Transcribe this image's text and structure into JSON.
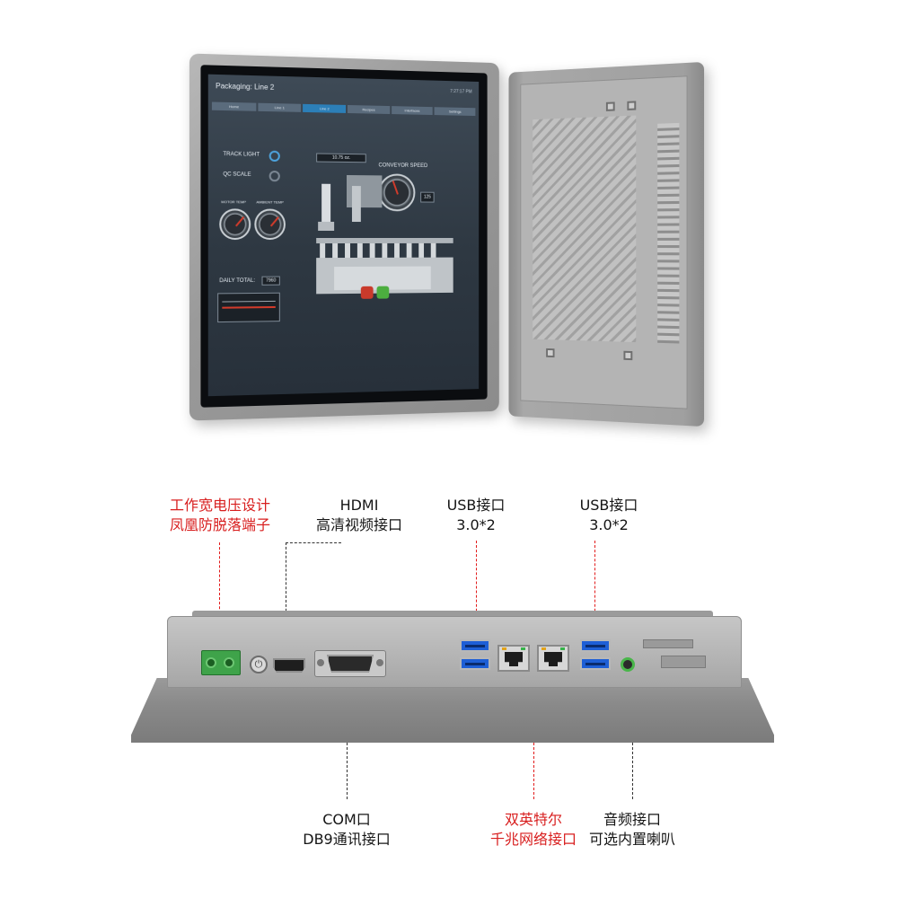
{
  "screen": {
    "title": "Packaging: Line 2",
    "time": "7:27:17 PM",
    "tabs": [
      "Home",
      "Line 1",
      "Line 2",
      "Recipes",
      "Interfaces",
      "Settings"
    ],
    "active_tab": 2,
    "track_light": "TRACK LIGHT",
    "qc_scale": "QC SCALE",
    "motor_temp": "MOTOR TEMP",
    "ambient_temp": "AMBIENT TEMP",
    "weight_value": "10.75 oz.",
    "conveyor_speed": "CONVEYOR SPEED",
    "speed_value": "125",
    "daily_total_label": "DAILY TOTAL:",
    "daily_total_value": "7960"
  },
  "labels": {
    "terminal": [
      "工作宽电压设计",
      "凤凰防脱落端子"
    ],
    "hdmi": [
      "HDMI",
      "高清视频接口"
    ],
    "usb_left": [
      "USB接口",
      "3.0*2"
    ],
    "usb_right": [
      "USB接口",
      "3.0*2"
    ],
    "com": [
      "COM口",
      "DB9通讯接口"
    ],
    "lan": [
      "双英特尔",
      "千兆网络接口"
    ],
    "audio": [
      "音频接口",
      "可选内置喇叭"
    ]
  },
  "icons": {
    "power": "⏻"
  },
  "colors": {
    "accent_red": "#d81e1e",
    "usb_blue": "#1e5fd6",
    "terminal_green": "#3fa34a"
  }
}
